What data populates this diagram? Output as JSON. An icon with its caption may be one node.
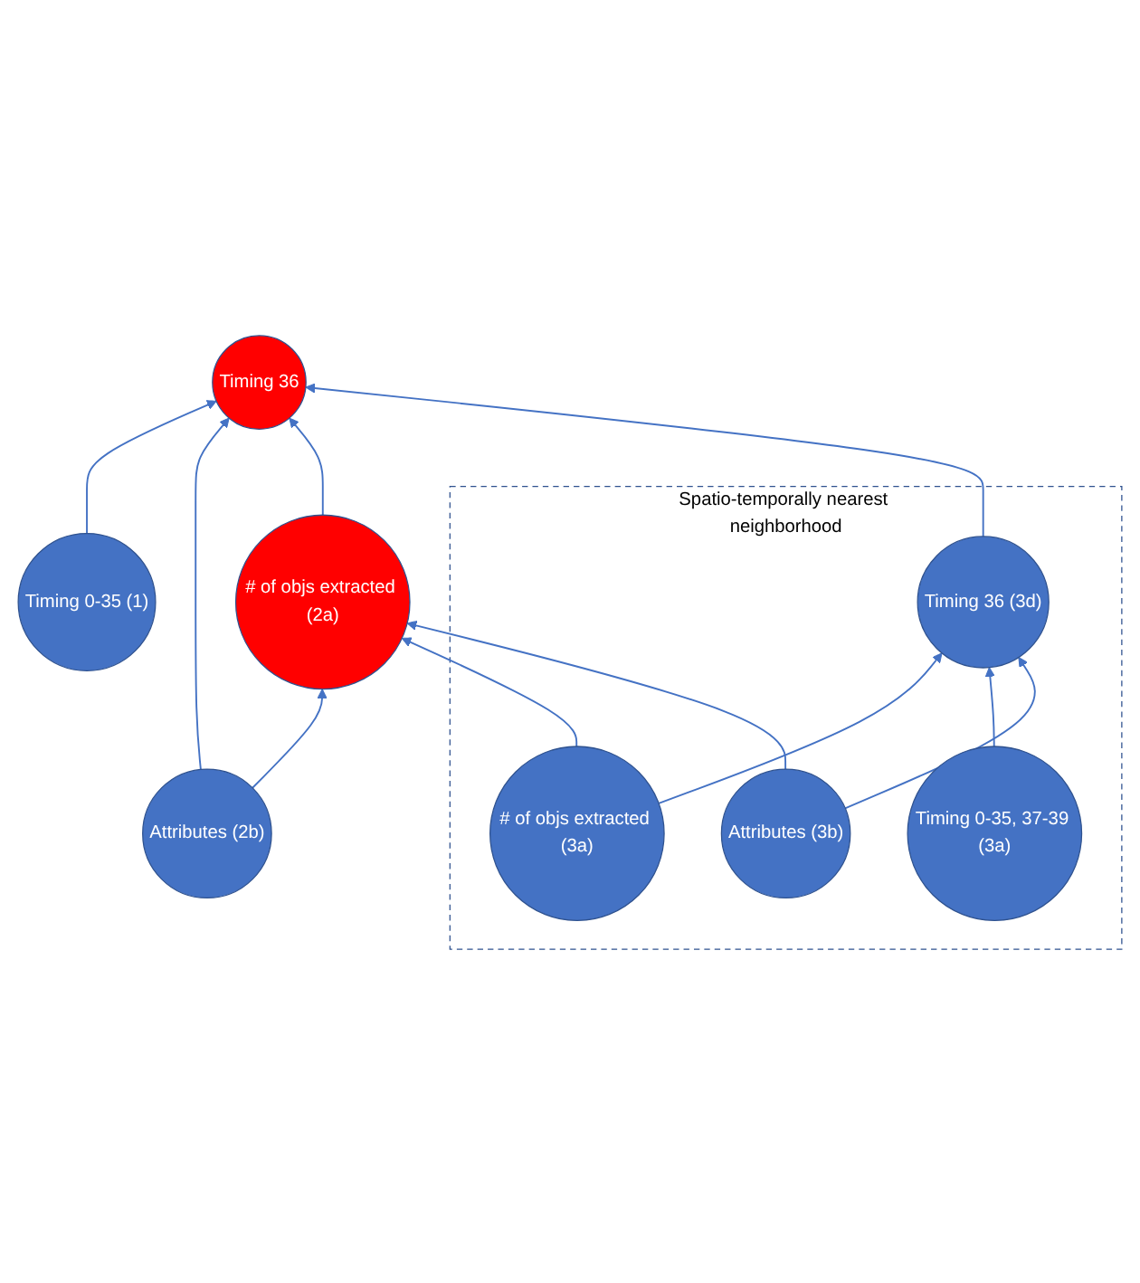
{
  "diagram": {
    "nodes": [
      {
        "text": [
          "Timing 0-35 (1)"
        ]
      },
      {
        "text": [
          "Attributes (2b)"
        ]
      },
      {
        "text": [
          "Timing 36"
        ]
      },
      {
        "text": [
          "# of objs extracted (2a)"
        ]
      },
      {
        "text": [
          "Spatio-temporally nearest neighborhood"
        ]
      },
      {
        "text": [
          "Timing 36 (3d)"
        ],
        "in": 4
      },
      {
        "text": [
          "# of objs extracted (3a)"
        ],
        "in": 4
      },
      {
        "text": [
          "Timing 0-35, 37-39 (3a)"
        ],
        "in": 4
      },
      {
        "text": [
          "Attributes (3b)"
        ],
        "in": 4
      }
    ],
    "edges": [
      {
        "from": 0,
        "to": 2,
        "arrow": "to"
      },
      {
        "from": 1,
        "to": 2,
        "arrow": "to"
      },
      {
        "from": 1,
        "to": 3,
        "arrow": "to"
      },
      {
        "from": 3,
        "to": 2,
        "arrow": "to"
      },
      {
        "from": 5,
        "to": 2,
        "arrow": "to"
      },
      {
        "from": 6,
        "to": 3,
        "arrow": "to"
      },
      {
        "from": 6,
        "to": 5,
        "arrow": "to"
      },
      {
        "from": 7,
        "to": 5,
        "arrow": "to"
      },
      {
        "from": 8,
        "to": 5,
        "arrow": "to"
      },
      {
        "from": 8,
        "to": 3,
        "arrow": "to"
      }
    ]
  }
}
